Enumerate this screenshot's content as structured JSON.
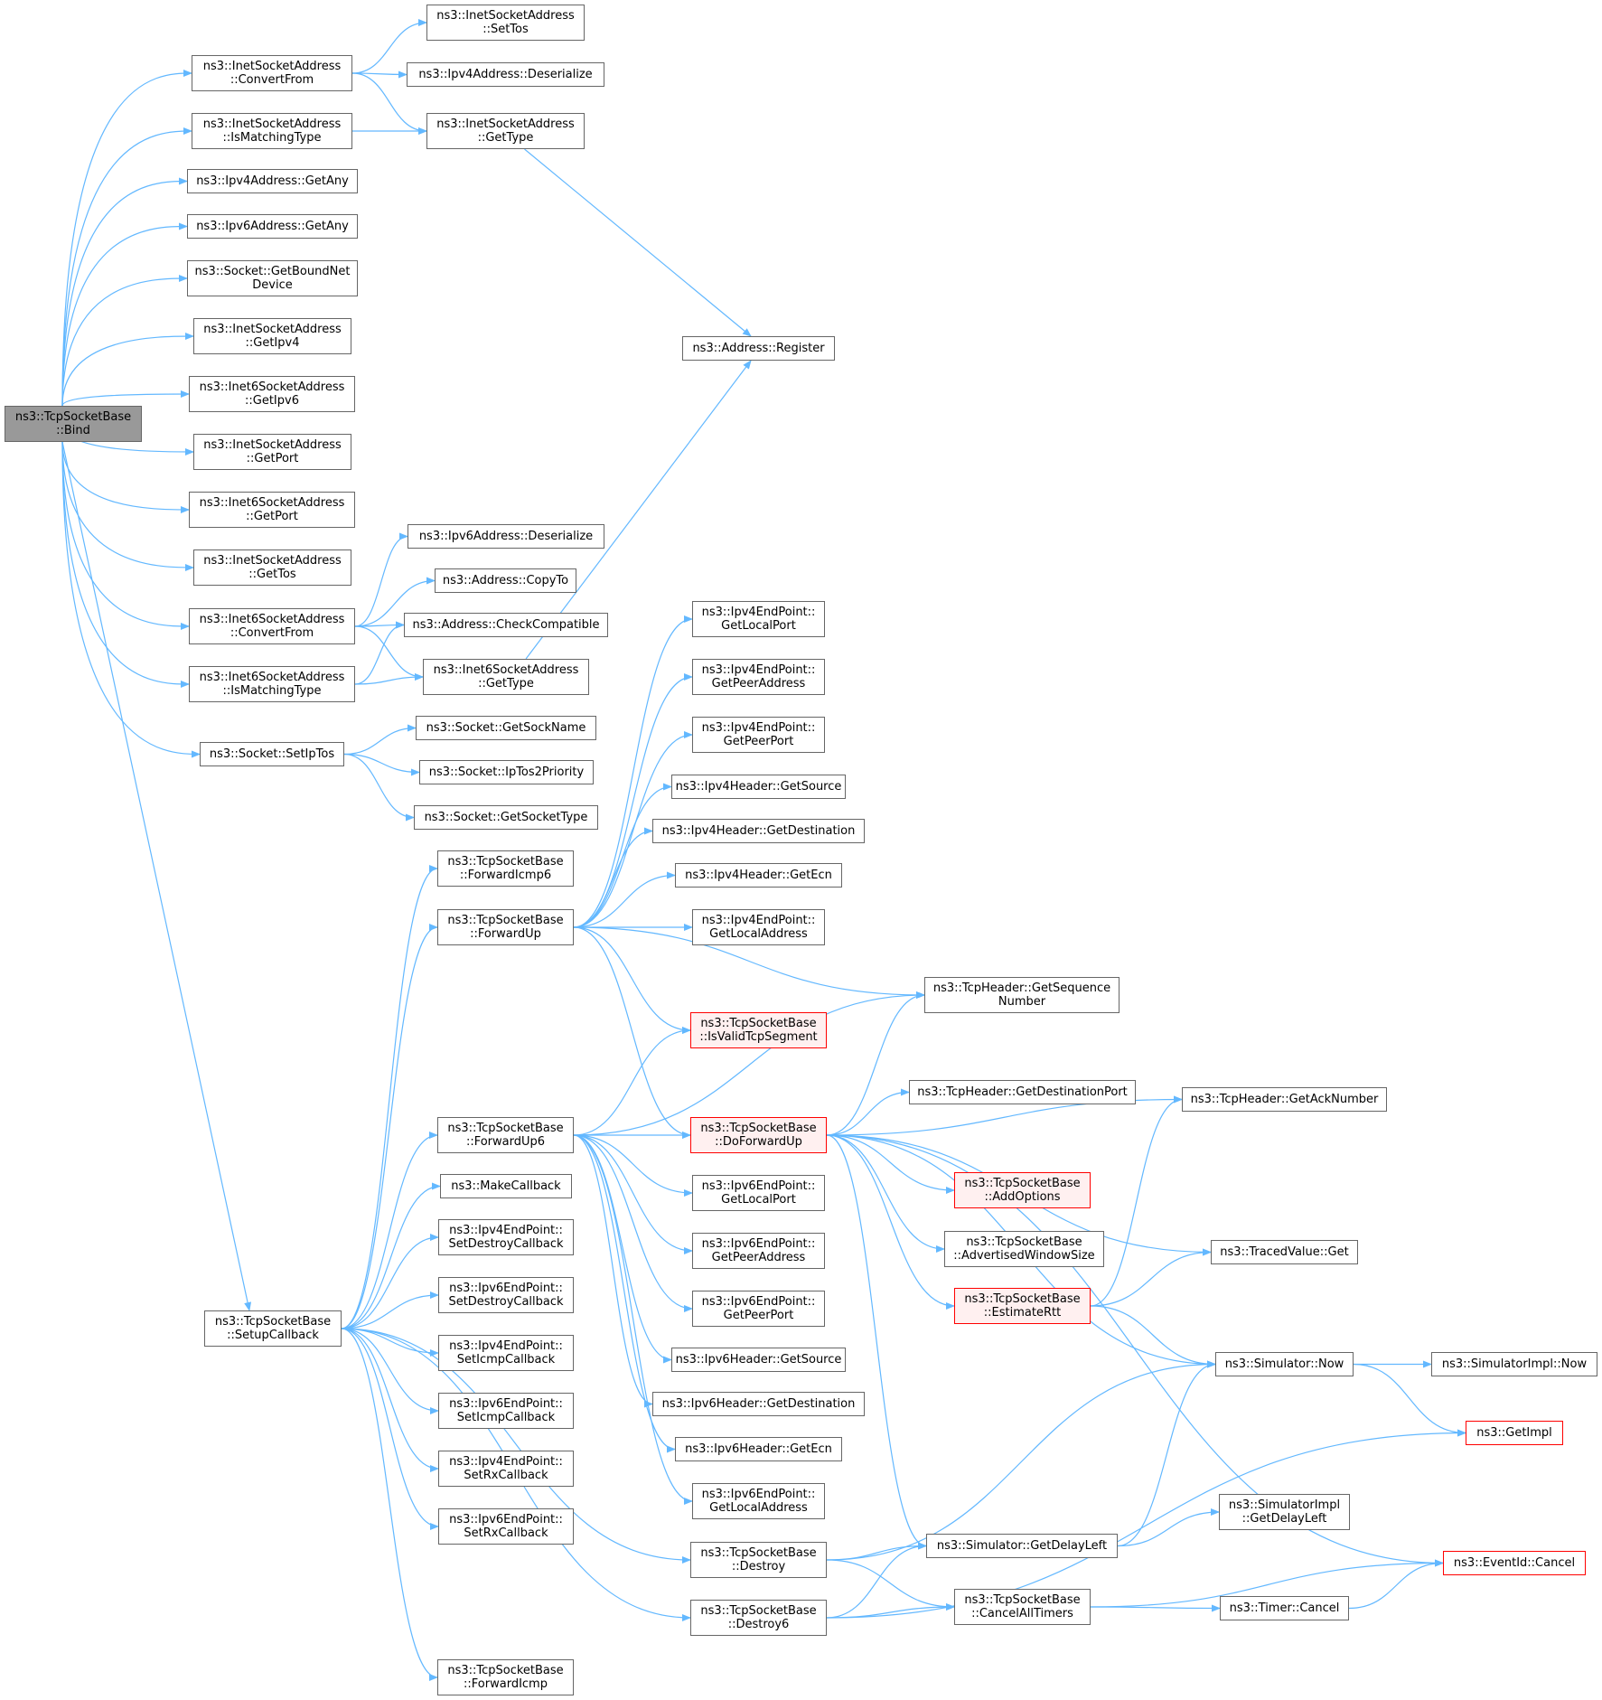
{
  "colors": {
    "edge": "#63b8ff",
    "border": "#666666",
    "root_fill": "#999999",
    "alert_border": "#ff0000",
    "alert_fill": "#fff0f0"
  },
  "nodes": {
    "bind": "ns3::TcpSocketBase\n::Bind",
    "inet_convertfrom": "ns3::InetSocketAddress\n::ConvertFrom",
    "inet_ismatching": "ns3::InetSocketAddress\n::IsMatchingType",
    "ipv4_getany": "ns3::Ipv4Address::GetAny",
    "ipv6_getany": "ns3::Ipv6Address::GetAny",
    "socket_getboundnetdevice": "ns3::Socket::GetBoundNet\nDevice",
    "inet_getipv4": "ns3::InetSocketAddress\n::GetIpv4",
    "inet6_getipv6": "ns3::Inet6SocketAddress\n::GetIpv6",
    "inet_getport": "ns3::InetSocketAddress\n::GetPort",
    "inet6_getport": "ns3::Inet6SocketAddress\n::GetPort",
    "inet_gettos": "ns3::InetSocketAddress\n::GetTos",
    "inet6_convertfrom": "ns3::Inet6SocketAddress\n::ConvertFrom",
    "inet6_ismatching": "ns3::Inet6SocketAddress\n::IsMatchingType",
    "socket_setiptos": "ns3::Socket::SetIpTos",
    "setupcallback": "ns3::TcpSocketBase\n::SetupCallback",
    "inet_settos": "ns3::InetSocketAddress\n::SetTos",
    "ipv4_deserialize": "ns3::Ipv4Address::Deserialize",
    "inet_gettype": "ns3::InetSocketAddress\n::GetType",
    "address_register": "ns3::Address::Register",
    "ipv6_deserialize": "ns3::Ipv6Address::Deserialize",
    "address_copyto": "ns3::Address::CopyTo",
    "address_checkcompatible": "ns3::Address::CheckCompatible",
    "inet6_gettype": "ns3::Inet6SocketAddress\n::GetType",
    "socket_getsockname": "ns3::Socket::GetSockName",
    "socket_iptos2priority": "ns3::Socket::IpTos2Priority",
    "socket_getsockettype": "ns3::Socket::GetSocketType",
    "forwardicmp6": "ns3::TcpSocketBase\n::ForwardIcmp6",
    "forwardup": "ns3::TcpSocketBase\n::ForwardUp",
    "forwardup6": "ns3::TcpSocketBase\n::ForwardUp6",
    "makecallback": "ns3::MakeCallback",
    "ipv4ep_setdestroycb": "ns3::Ipv4EndPoint::\nSetDestroyCallback",
    "ipv6ep_setdestroycb": "ns3::Ipv6EndPoint::\nSetDestroyCallback",
    "ipv4ep_seticmpcb": "ns3::Ipv4EndPoint::\nSetIcmpCallback",
    "ipv6ep_seticmpcb": "ns3::Ipv6EndPoint::\nSetIcmpCallback",
    "ipv4ep_setrxcb": "ns3::Ipv4EndPoint::\nSetRxCallback",
    "ipv6ep_setrxcb": "ns3::Ipv6EndPoint::\nSetRxCallback",
    "forwardicmp": "ns3::TcpSocketBase\n::ForwardIcmp",
    "ipv4ep_getlocalport": "ns3::Ipv4EndPoint::\nGetLocalPort",
    "ipv4ep_getpeeraddress": "ns3::Ipv4EndPoint::\nGetPeerAddress",
    "ipv4ep_getpeerport": "ns3::Ipv4EndPoint::\nGetPeerPort",
    "ipv4h_getsource": "ns3::Ipv4Header::GetSource",
    "ipv4h_getdestination": "ns3::Ipv4Header::GetDestination",
    "ipv4h_getecn": "ns3::Ipv4Header::GetEcn",
    "ipv4ep_getlocaladdress": "ns3::Ipv4EndPoint::\nGetLocalAddress",
    "isvalidtcpsegment": "ns3::TcpSocketBase\n::IsValidTcpSegment",
    "doforwardup": "ns3::TcpSocketBase\n::DoForwardUp",
    "ipv6ep_getlocalport": "ns3::Ipv6EndPoint::\nGetLocalPort",
    "ipv6ep_getpeeraddress": "ns3::Ipv6EndPoint::\nGetPeerAddress",
    "ipv6ep_getpeerport": "ns3::Ipv6EndPoint::\nGetPeerPort",
    "ipv6h_getsource": "ns3::Ipv6Header::GetSource",
    "ipv6h_getdestination": "ns3::Ipv6Header::GetDestination",
    "ipv6h_getecn": "ns3::Ipv6Header::GetEcn",
    "ipv6ep_getlocaladdress": "ns3::Ipv6EndPoint::\nGetLocalAddress",
    "destroy": "ns3::TcpSocketBase\n::Destroy",
    "destroy6": "ns3::TcpSocketBase\n::Destroy6",
    "tcph_getsequencenumber": "ns3::TcpHeader::GetSequence\nNumber",
    "tcph_getdestinationport": "ns3::TcpHeader::GetDestinationPort",
    "addoptions": "ns3::TcpSocketBase\n::AddOptions",
    "advertisedwindowsize": "ns3::TcpSocketBase\n::AdvertisedWindowSize",
    "estimatertt": "ns3::TcpSocketBase\n::EstimateRtt",
    "simulator_getdelayleft": "ns3::Simulator::GetDelayLeft",
    "cancelalltimers": "ns3::TcpSocketBase\n::CancelAllTimers",
    "tcph_getacknumber": "ns3::TcpHeader::GetAckNumber",
    "tracedvalue_get": "ns3::TracedValue::Get",
    "simulator_now": "ns3::Simulator::Now",
    "simimpl_getdelayleft": "ns3::SimulatorImpl\n::GetDelayLeft",
    "timer_cancel": "ns3::Timer::Cancel",
    "simimpl_now": "ns3::SimulatorImpl::Now",
    "getimpl": "ns3::GetImpl",
    "eventid_cancel": "ns3::EventId::Cancel"
  }
}
